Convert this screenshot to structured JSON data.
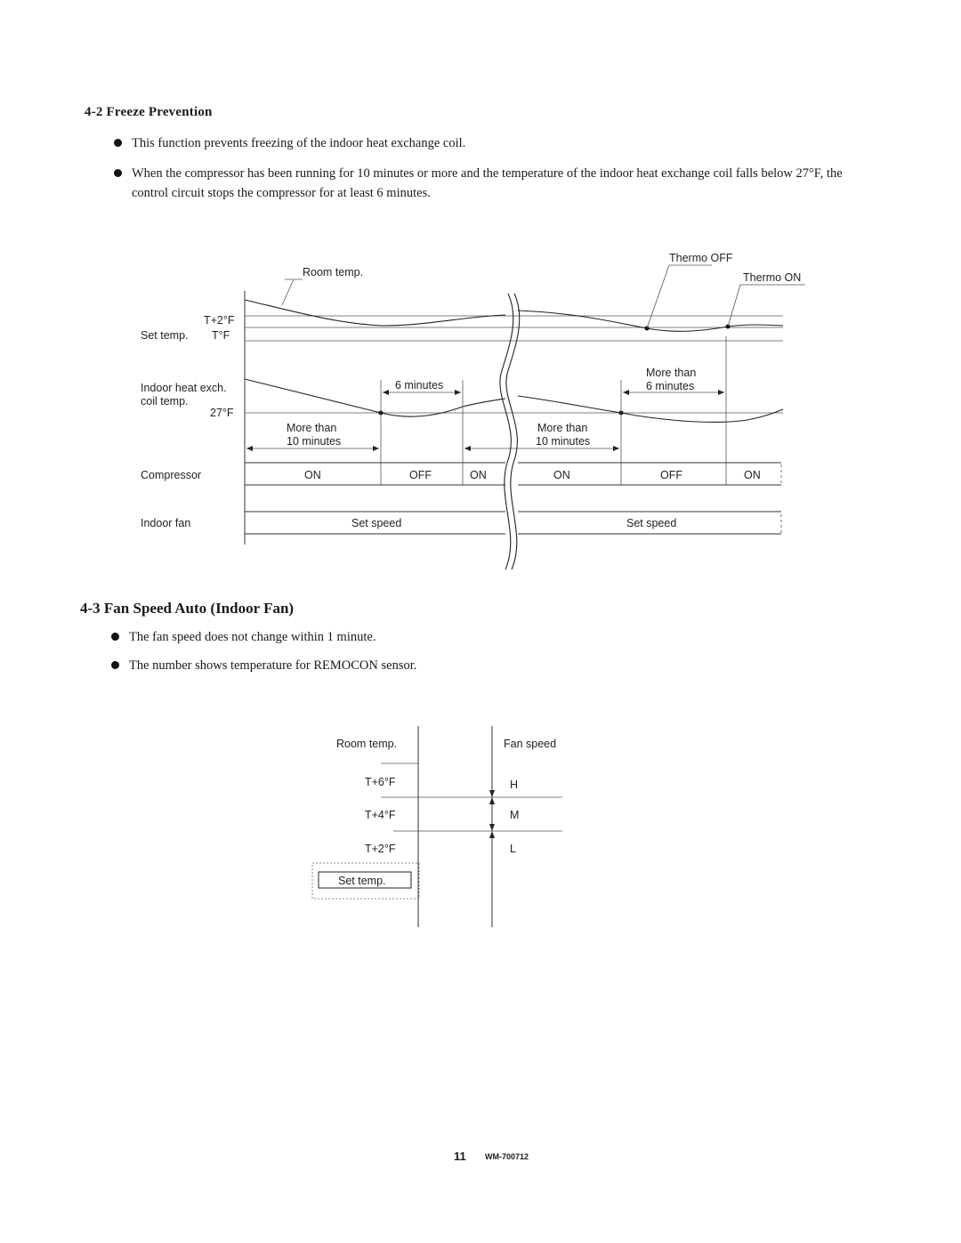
{
  "section_42": {
    "heading": "4-2 Freeze Prevention",
    "bullets": [
      "This function prevents freezing of the indoor heat exchange coil.",
      "When the compressor has been running for 10 minutes or more and the temperature of the indoor heat exchange coil falls below 27°F, the control circuit stops the compressor for at least 6 minutes."
    ]
  },
  "diagram1": {
    "thermo_off": "Thermo OFF",
    "thermo_on": "Thermo ON",
    "room_temp": "Room temp.",
    "t_plus_2": "T+2°F",
    "set_temp": "Set temp.",
    "t_f": "T°F",
    "indoor_heat_exch": "Indoor heat exch.",
    "coil_temp": "coil temp.",
    "coil_27": "27°F",
    "six_minutes_a": "6 minutes",
    "more_than_a": "More than",
    "six_minutes_b": "6 minutes",
    "more_than_10_a": "More than",
    "ten_minutes_a": "10 minutes",
    "more_than_10_b": "More than",
    "ten_minutes_b": "10 minutes",
    "compressor": "Compressor",
    "comp_on_1": "ON",
    "comp_off_1": "OFF",
    "comp_on_2": "ON",
    "comp_on_3": "ON",
    "comp_off_2": "OFF",
    "comp_on_4": "ON",
    "indoor_fan": "Indoor fan",
    "set_speed_1": "Set speed",
    "set_speed_2": "Set speed"
  },
  "section_43": {
    "heading": "4-3 Fan Speed Auto (Indoor Fan)",
    "bullets": [
      "The fan speed does not change within 1 minute.",
      "The number shows temperature for REMOCON sensor."
    ]
  },
  "diagram2": {
    "room_temp": "Room temp.",
    "fan_speed": "Fan speed",
    "t6": "T+6°F",
    "t4": "T+4°F",
    "t2": "T+2°F",
    "set_temp": "Set temp.",
    "h": "H",
    "m": "M",
    "l": "L"
  },
  "footer": {
    "page_number": "11",
    "doc_id": "WM-700712"
  }
}
